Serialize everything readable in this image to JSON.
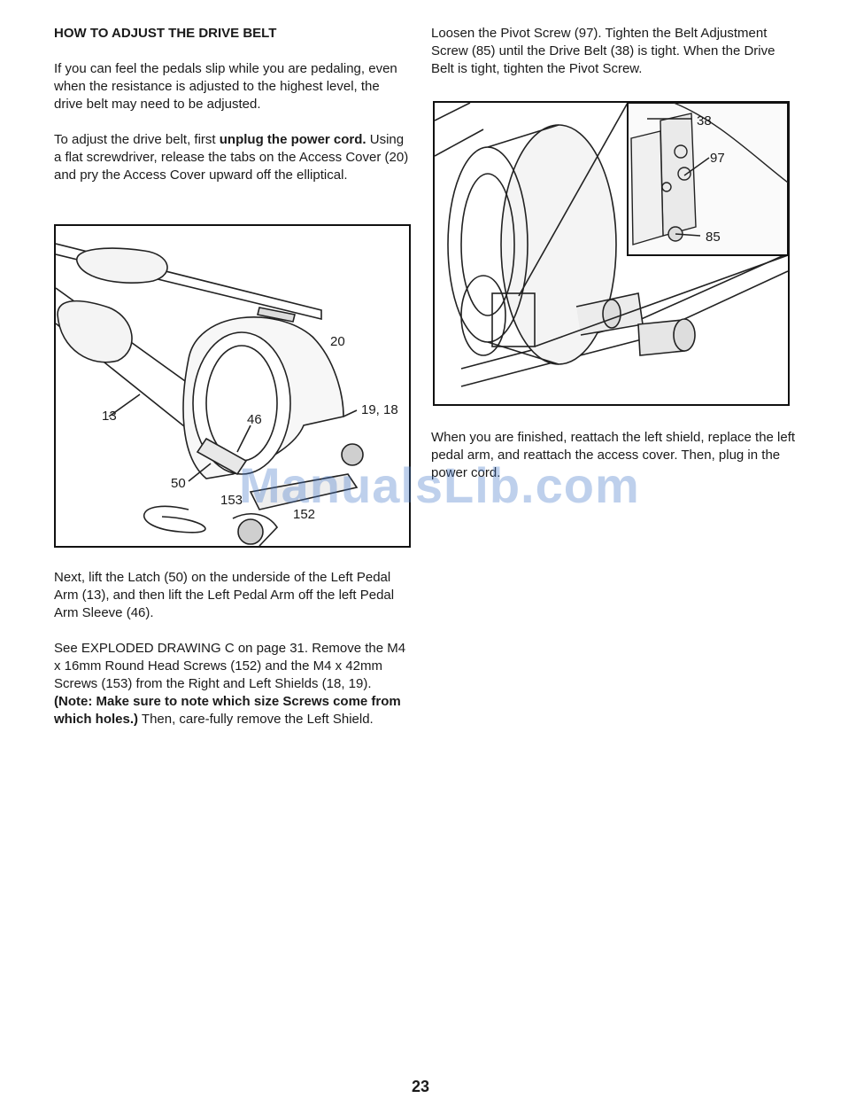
{
  "left_column": {
    "heading": "HOW TO ADJUST THE DRIVE BELT",
    "p1": "If you can feel the pedals slip while you are pedaling, even when the resistance is adjusted to the highest level, the drive belt may need to be adjusted.",
    "p2_a": "To adjust the drive belt, first ",
    "p2_b": "unplug the power cord.",
    "p2_c": " Using a flat screwdriver, release the tabs on the Access Cover (20) and pry the Access Cover upward off the elliptical.",
    "p3": "Next, lift the Latch (50) on the underside of the Left Pedal Arm (13), and then lift the Left Pedal Arm off the left Pedal Arm Sleeve (46).",
    "p4_a": "See EXPLODED DRAWING C on page 31. Remove the M4 x 16mm Round Head Screws (152) and the M4 x 42mm Screws (153) from the Right and Left Shields (18, 19). ",
    "p4_b": "(Note: Make sure to note which size Screws come from which holes.)",
    "p4_c": " Then, care-fully remove the Left Shield."
  },
  "right_column": {
    "p1": "Loosen the Pivot Screw (97). Tighten the Belt Adjustment Screw (85) until the Drive Belt (38) is tight. When the Drive Belt is tight, tighten the Pivot Screw.",
    "p2": "When you are finished, reattach the left shield, replace the left pedal arm, and reattach the access cover. Then, plug in the power cord."
  },
  "figure1": {
    "labels": {
      "l20": "20",
      "l1918": "19, 18",
      "l13": "13",
      "l46": "46",
      "l50": "50",
      "l153": "153",
      "l152": "152"
    }
  },
  "figure2": {
    "labels": {
      "l38": "38",
      "l97": "97",
      "l85": "85"
    }
  },
  "page_number": "23",
  "watermark": "ManualsLib.com"
}
